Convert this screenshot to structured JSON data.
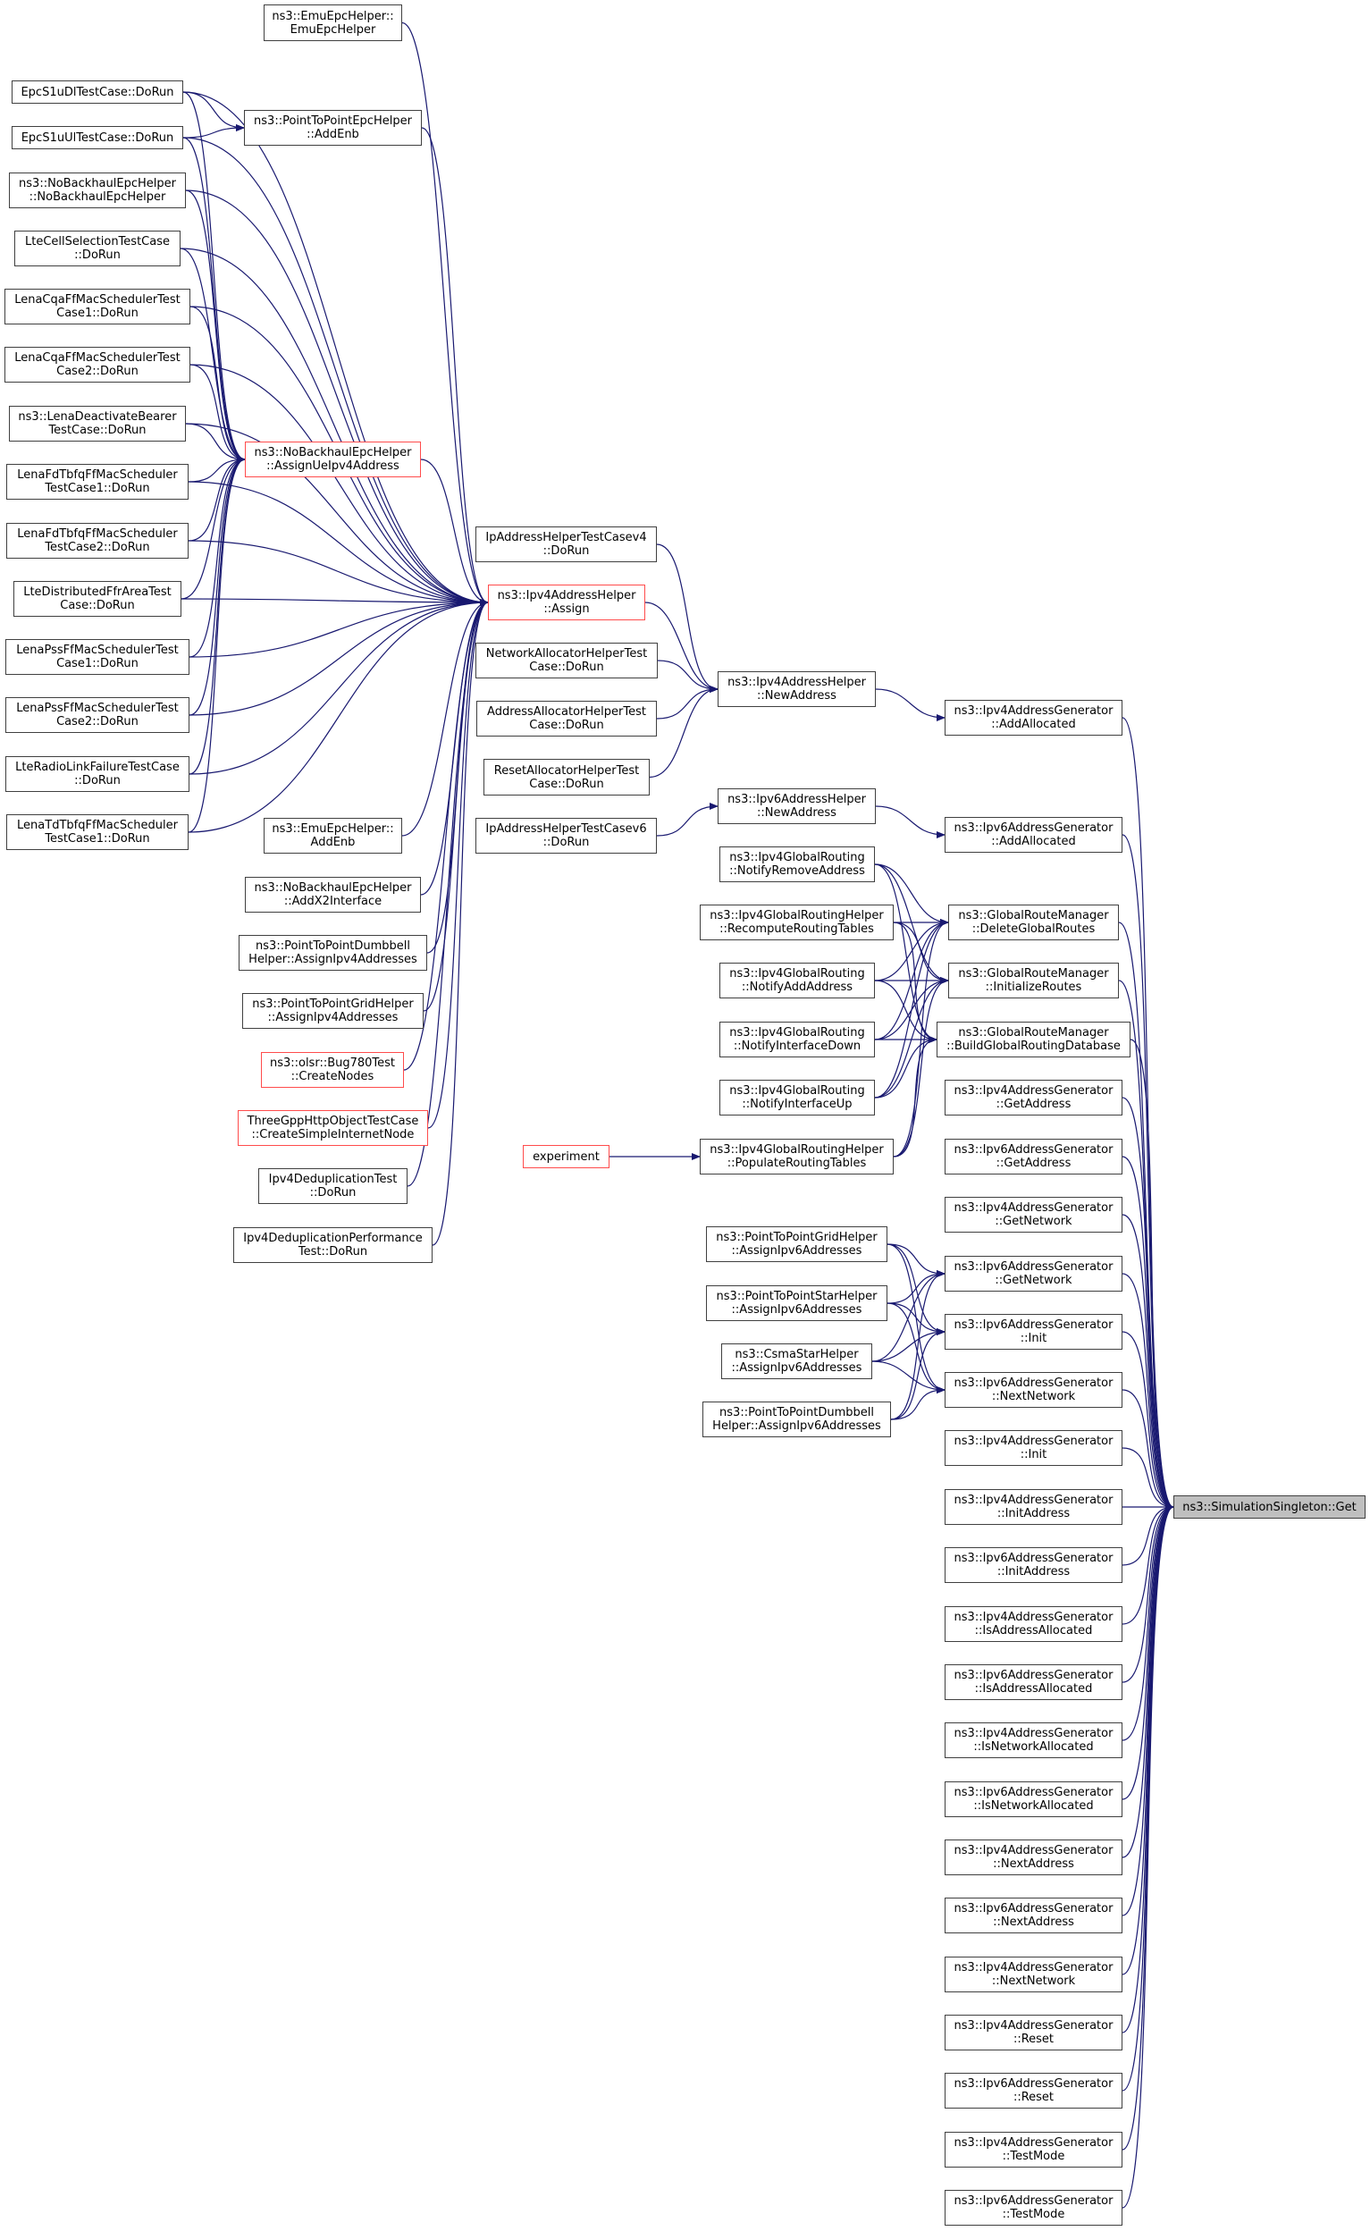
{
  "diagram": {
    "type": "doxygen-caller-graph",
    "target": "ns3::SimulationSingleton::Get",
    "colors": {
      "edge": "#191970",
      "node_border": "#404040",
      "truncated_border": "#ff4c4c",
      "target_fill": "#bfbfbf"
    },
    "nodes": [
      {
        "id": "get",
        "label": "ns3::SimulationSingleton::Get",
        "style": "target"
      },
      {
        "id": "emu_ctor",
        "label": "ns3::EmuEpcHelper::\nEmuEpcHelper",
        "style": "normal"
      },
      {
        "id": "s1udl",
        "label": "EpcS1uDlTestCase::DoRun",
        "style": "normal"
      },
      {
        "id": "p2p_addenb",
        "label": "ns3::PointToPointEpcHelper\n::AddEnb",
        "style": "normal"
      },
      {
        "id": "s1uul",
        "label": "EpcS1uUlTestCase::DoRun",
        "style": "normal"
      },
      {
        "id": "nobh_ctor",
        "label": "ns3::NoBackhaulEpcHelper\n::NoBackhaulEpcHelper",
        "style": "normal"
      },
      {
        "id": "cellsel",
        "label": "LteCellSelectionTestCase\n::DoRun",
        "style": "normal"
      },
      {
        "id": "cqa1",
        "label": "LenaCqaFfMacSchedulerTest\nCase1::DoRun",
        "style": "normal"
      },
      {
        "id": "cqa2",
        "label": "LenaCqaFfMacSchedulerTest\nCase2::DoRun",
        "style": "normal"
      },
      {
        "id": "deact",
        "label": "ns3::LenaDeactivateBearer\nTestCase::DoRun",
        "style": "normal"
      },
      {
        "id": "assignue",
        "label": "ns3::NoBackhaulEpcHelper\n::AssignUeIpv4Address",
        "style": "truncated"
      },
      {
        "id": "fdtbfq1",
        "label": "LenaFdTbfqFfMacScheduler\nTestCase1::DoRun",
        "style": "normal"
      },
      {
        "id": "fdtbfq2",
        "label": "LenaFdTbfqFfMacScheduler\nTestCase2::DoRun",
        "style": "normal"
      },
      {
        "id": "distffr",
        "label": "LteDistributedFfrAreaTest\nCase::DoRun",
        "style": "normal"
      },
      {
        "id": "pss1",
        "label": "LenaPssFfMacSchedulerTest\nCase1::DoRun",
        "style": "normal"
      },
      {
        "id": "pss2",
        "label": "LenaPssFfMacSchedulerTest\nCase2::DoRun",
        "style": "normal"
      },
      {
        "id": "rlf",
        "label": "LteRadioLinkFailureTestCase\n::DoRun",
        "style": "normal"
      },
      {
        "id": "tdtbfq1",
        "label": "LenaTdTbfqFfMacScheduler\nTestCase1::DoRun",
        "style": "normal"
      },
      {
        "id": "emu_addenb",
        "label": "ns3::EmuEpcHelper::\nAddEnb",
        "style": "normal"
      },
      {
        "id": "addx2",
        "label": "ns3::NoBackhaulEpcHelper\n::AddX2Interface",
        "style": "normal"
      },
      {
        "id": "dumbbell4",
        "label": "ns3::PointToPointDumbbell\nHelper::AssignIpv4Addresses",
        "style": "normal"
      },
      {
        "id": "grid4",
        "label": "ns3::PointToPointGridHelper\n::AssignIpv4Addresses",
        "style": "normal"
      },
      {
        "id": "bug780",
        "label": "ns3::olsr::Bug780Test\n::CreateNodes",
        "style": "truncated"
      },
      {
        "id": "threegpp",
        "label": "ThreeGppHttpObjectTestCase\n::CreateSimpleInternetNode",
        "style": "truncated"
      },
      {
        "id": "dedup",
        "label": "Ipv4DeduplicationTest\n::DoRun",
        "style": "normal"
      },
      {
        "id": "dedupperf",
        "label": "Ipv4DeduplicationPerformance\nTest::DoRun",
        "style": "normal"
      },
      {
        "id": "iptc4",
        "label": "IpAddressHelperTestCasev4\n::DoRun",
        "style": "normal"
      },
      {
        "id": "assign",
        "label": "ns3::Ipv4AddressHelper\n::Assign",
        "style": "truncated"
      },
      {
        "id": "netalloc",
        "label": "NetworkAllocatorHelperTest\nCase::DoRun",
        "style": "normal"
      },
      {
        "id": "addralloc",
        "label": "AddressAllocatorHelperTest\nCase::DoRun",
        "style": "normal"
      },
      {
        "id": "resetalloc",
        "label": "ResetAllocatorHelperTest\nCase::DoRun",
        "style": "normal"
      },
      {
        "id": "iptc6",
        "label": "IpAddressHelperTestCasev6\n::DoRun",
        "style": "normal"
      },
      {
        "id": "experiment",
        "label": "experiment",
        "style": "truncated"
      },
      {
        "id": "v4newaddr",
        "label": "ns3::Ipv4AddressHelper\n::NewAddress",
        "style": "normal"
      },
      {
        "id": "v6newaddr",
        "label": "ns3::Ipv6AddressHelper\n::NewAddress",
        "style": "normal"
      },
      {
        "id": "notifyremove",
        "label": "ns3::Ipv4GlobalRouting\n::NotifyRemoveAddress",
        "style": "normal"
      },
      {
        "id": "recompute",
        "label": "ns3::Ipv4GlobalRoutingHelper\n::RecomputeRoutingTables",
        "style": "normal"
      },
      {
        "id": "notifyadd",
        "label": "ns3::Ipv4GlobalRouting\n::NotifyAddAddress",
        "style": "normal"
      },
      {
        "id": "notifydown",
        "label": "ns3::Ipv4GlobalRouting\n::NotifyInterfaceDown",
        "style": "normal"
      },
      {
        "id": "notifyup",
        "label": "ns3::Ipv4GlobalRouting\n::NotifyInterfaceUp",
        "style": "normal"
      },
      {
        "id": "populate",
        "label": "ns3::Ipv4GlobalRoutingHelper\n::PopulateRoutingTables",
        "style": "normal"
      },
      {
        "id": "grid6",
        "label": "ns3::PointToPointGridHelper\n::AssignIpv6Addresses",
        "style": "normal"
      },
      {
        "id": "star6",
        "label": "ns3::PointToPointStarHelper\n::AssignIpv6Addresses",
        "style": "normal"
      },
      {
        "id": "csma6",
        "label": "ns3::CsmaStarHelper\n::AssignIpv6Addresses",
        "style": "normal"
      },
      {
        "id": "dumbbell6",
        "label": "ns3::PointToPointDumbbell\nHelper::AssignIpv6Addresses",
        "style": "normal"
      },
      {
        "id": "v4addalloc",
        "label": "ns3::Ipv4AddressGenerator\n::AddAllocated",
        "style": "normal"
      },
      {
        "id": "v6addalloc",
        "label": "ns3::Ipv6AddressGenerator\n::AddAllocated",
        "style": "normal"
      },
      {
        "id": "delroutes",
        "label": "ns3::GlobalRouteManager\n::DeleteGlobalRoutes",
        "style": "normal"
      },
      {
        "id": "initroutes",
        "label": "ns3::GlobalRouteManager\n::InitializeRoutes",
        "style": "normal"
      },
      {
        "id": "builddb",
        "label": "ns3::GlobalRouteManager\n::BuildGlobalRoutingDatabase",
        "style": "normal"
      },
      {
        "id": "v4getaddr",
        "label": "ns3::Ipv4AddressGenerator\n::GetAddress",
        "style": "normal"
      },
      {
        "id": "v6getaddr",
        "label": "ns3::Ipv6AddressGenerator\n::GetAddress",
        "style": "normal"
      },
      {
        "id": "v4getnet",
        "label": "ns3::Ipv4AddressGenerator\n::GetNetwork",
        "style": "normal"
      },
      {
        "id": "v6getnet",
        "label": "ns3::Ipv6AddressGenerator\n::GetNetwork",
        "style": "normal"
      },
      {
        "id": "v6init",
        "label": "ns3::Ipv6AddressGenerator\n::Init",
        "style": "normal"
      },
      {
        "id": "v6nextnet",
        "label": "ns3::Ipv6AddressGenerator\n::NextNetwork",
        "style": "normal"
      },
      {
        "id": "v4init",
        "label": "ns3::Ipv4AddressGenerator\n::Init",
        "style": "normal"
      },
      {
        "id": "v4initaddr",
        "label": "ns3::Ipv4AddressGenerator\n::InitAddress",
        "style": "normal"
      },
      {
        "id": "v6initaddr",
        "label": "ns3::Ipv6AddressGenerator\n::InitAddress",
        "style": "normal"
      },
      {
        "id": "v4isaddr",
        "label": "ns3::Ipv4AddressGenerator\n::IsAddressAllocated",
        "style": "normal"
      },
      {
        "id": "v6isaddr",
        "label": "ns3::Ipv6AddressGenerator\n::IsAddressAllocated",
        "style": "normal"
      },
      {
        "id": "v4isnet",
        "label": "ns3::Ipv4AddressGenerator\n::IsNetworkAllocated",
        "style": "normal"
      },
      {
        "id": "v6isnet",
        "label": "ns3::Ipv6AddressGenerator\n::IsNetworkAllocated",
        "style": "normal"
      },
      {
        "id": "v4nextaddr",
        "label": "ns3::Ipv4AddressGenerator\n::NextAddress",
        "style": "normal"
      },
      {
        "id": "v6nextaddr",
        "label": "ns3::Ipv6AddressGenerator\n::NextAddress",
        "style": "normal"
      },
      {
        "id": "v4nextnet",
        "label": "ns3::Ipv4AddressGenerator\n::NextNetwork",
        "style": "normal"
      },
      {
        "id": "v4reset",
        "label": "ns3::Ipv4AddressGenerator\n::Reset",
        "style": "normal"
      },
      {
        "id": "v6reset",
        "label": "ns3::Ipv6AddressGenerator\n::Reset",
        "style": "normal"
      },
      {
        "id": "v4testmode",
        "label": "ns3::Ipv4AddressGenerator\n::TestMode",
        "style": "normal"
      },
      {
        "id": "v6testmode",
        "label": "ns3::Ipv6AddressGenerator\n::TestMode",
        "style": "normal"
      }
    ],
    "edges": [
      [
        "s1udl",
        "p2p_addenb"
      ],
      [
        "s1uul",
        "p2p_addenb"
      ],
      [
        "s1udl",
        "assignue"
      ],
      [
        "s1uul",
        "assignue"
      ],
      [
        "nobh_ctor",
        "assignue"
      ],
      [
        "cellsel",
        "assignue"
      ],
      [
        "cqa1",
        "assignue"
      ],
      [
        "cqa2",
        "assignue"
      ],
      [
        "deact",
        "assignue"
      ],
      [
        "fdtbfq1",
        "assignue"
      ],
      [
        "fdtbfq2",
        "assignue"
      ],
      [
        "distffr",
        "assignue"
      ],
      [
        "pss1",
        "assignue"
      ],
      [
        "pss2",
        "assignue"
      ],
      [
        "rlf",
        "assignue"
      ],
      [
        "tdtbfq1",
        "assignue"
      ],
      [
        "emu_ctor",
        "assign"
      ],
      [
        "s1udl",
        "assign"
      ],
      [
        "p2p_addenb",
        "assign"
      ],
      [
        "s1uul",
        "assign"
      ],
      [
        "nobh_ctor",
        "assign"
      ],
      [
        "cellsel",
        "assign"
      ],
      [
        "cqa1",
        "assign"
      ],
      [
        "cqa2",
        "assign"
      ],
      [
        "deact",
        "assign"
      ],
      [
        "assignue",
        "assign"
      ],
      [
        "fdtbfq1",
        "assign"
      ],
      [
        "fdtbfq2",
        "assign"
      ],
      [
        "distffr",
        "assign"
      ],
      [
        "pss1",
        "assign"
      ],
      [
        "pss2",
        "assign"
      ],
      [
        "rlf",
        "assign"
      ],
      [
        "tdtbfq1",
        "assign"
      ],
      [
        "emu_addenb",
        "assign"
      ],
      [
        "addx2",
        "assign"
      ],
      [
        "dumbbell4",
        "assign"
      ],
      [
        "grid4",
        "assign"
      ],
      [
        "bug780",
        "assign"
      ],
      [
        "threegpp",
        "assign"
      ],
      [
        "dedup",
        "assign"
      ],
      [
        "dedupperf",
        "assign"
      ],
      [
        "iptc4",
        "v4newaddr"
      ],
      [
        "assign",
        "v4newaddr"
      ],
      [
        "netalloc",
        "v4newaddr"
      ],
      [
        "addralloc",
        "v4newaddr"
      ],
      [
        "resetalloc",
        "v4newaddr"
      ],
      [
        "iptc6",
        "v6newaddr"
      ],
      [
        "v4newaddr",
        "v4addalloc"
      ],
      [
        "v6newaddr",
        "v6addalloc"
      ],
      [
        "notifyremove",
        "delroutes"
      ],
      [
        "notifyremove",
        "initroutes"
      ],
      [
        "notifyremove",
        "builddb"
      ],
      [
        "recompute",
        "delroutes"
      ],
      [
        "recompute",
        "initroutes"
      ],
      [
        "recompute",
        "builddb"
      ],
      [
        "notifyadd",
        "delroutes"
      ],
      [
        "notifyadd",
        "initroutes"
      ],
      [
        "notifyadd",
        "builddb"
      ],
      [
        "notifydown",
        "delroutes"
      ],
      [
        "notifydown",
        "initroutes"
      ],
      [
        "notifydown",
        "builddb"
      ],
      [
        "notifyup",
        "delroutes"
      ],
      [
        "notifyup",
        "initroutes"
      ],
      [
        "notifyup",
        "builddb"
      ],
      [
        "populate",
        "delroutes"
      ],
      [
        "populate",
        "initroutes"
      ],
      [
        "populate",
        "builddb"
      ],
      [
        "experiment",
        "populate"
      ],
      [
        "grid6",
        "v6getnet"
      ],
      [
        "grid6",
        "v6init"
      ],
      [
        "grid6",
        "v6nextnet"
      ],
      [
        "star6",
        "v6getnet"
      ],
      [
        "star6",
        "v6init"
      ],
      [
        "star6",
        "v6nextnet"
      ],
      [
        "csma6",
        "v6getnet"
      ],
      [
        "csma6",
        "v6init"
      ],
      [
        "csma6",
        "v6nextnet"
      ],
      [
        "dumbbell6",
        "v6getnet"
      ],
      [
        "dumbbell6",
        "v6init"
      ],
      [
        "dumbbell6",
        "v6nextnet"
      ],
      [
        "v4addalloc",
        "get"
      ],
      [
        "v6addalloc",
        "get"
      ],
      [
        "delroutes",
        "get"
      ],
      [
        "initroutes",
        "get"
      ],
      [
        "builddb",
        "get"
      ],
      [
        "v4getaddr",
        "get"
      ],
      [
        "v6getaddr",
        "get"
      ],
      [
        "v4getnet",
        "get"
      ],
      [
        "v6getnet",
        "get"
      ],
      [
        "v6init",
        "get"
      ],
      [
        "v6nextnet",
        "get"
      ],
      [
        "v4init",
        "get"
      ],
      [
        "v4initaddr",
        "get"
      ],
      [
        "v6initaddr",
        "get"
      ],
      [
        "v4isaddr",
        "get"
      ],
      [
        "v6isaddr",
        "get"
      ],
      [
        "v4isnet",
        "get"
      ],
      [
        "v6isnet",
        "get"
      ],
      [
        "v4nextaddr",
        "get"
      ],
      [
        "v6nextaddr",
        "get"
      ],
      [
        "v4nextnet",
        "get"
      ],
      [
        "v4reset",
        "get"
      ],
      [
        "v6reset",
        "get"
      ],
      [
        "v4testmode",
        "get"
      ],
      [
        "v6testmode",
        "get"
      ]
    ]
  }
}
